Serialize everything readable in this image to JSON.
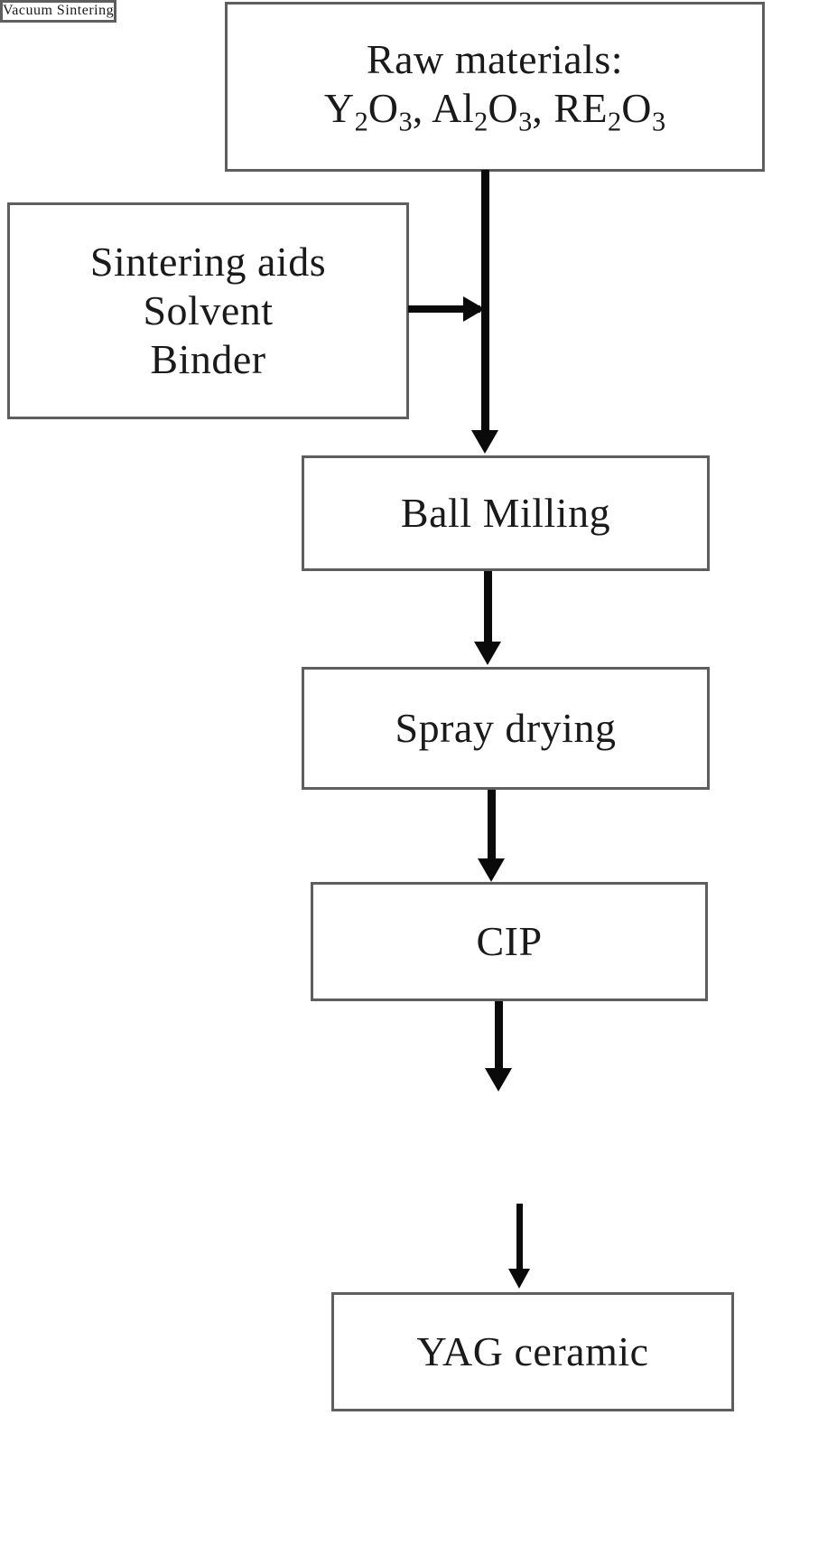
{
  "diagram": {
    "title": "YAG transparent ceramic fabrication process flowchart",
    "type": "flowchart",
    "orientation": "top-to-bottom",
    "colors": {
      "box_border": "#5e5e5e",
      "box_fill": "#ffffff",
      "arrow": "#0a0a0a",
      "text": "#1a1a1a",
      "background": "#ffffff"
    },
    "nodes": [
      {
        "id": "raw-materials",
        "lines": [
          "Raw materials:",
          "Y2O3, Al2O3, RE2O3"
        ],
        "line1": "Raw materials:",
        "formula": {
          "y_sym": "Y",
          "y_sub1": "2",
          "y_o": "O",
          "y_sub2": "3",
          "sep1": ", ",
          "al_sym": "Al",
          "al_sub1": "2",
          "al_o": "O",
          "al_sub2": "3",
          "sep2": ", ",
          "re_sym": "RE",
          "re_sub1": "2",
          "re_o": "O",
          "re_sub2": "3"
        }
      },
      {
        "id": "additives",
        "line1": "Sintering aids",
        "line2": "Solvent",
        "line3": "Binder"
      },
      {
        "id": "ball-milling",
        "label": "Ball Milling"
      },
      {
        "id": "spray-drying",
        "label": "Spray drying"
      },
      {
        "id": "cip",
        "label": "CIP"
      },
      {
        "id": "vacuum-sintering",
        "label": "Vacuum Sintering"
      },
      {
        "id": "yag-ceramic",
        "label": "YAG ceramic"
      }
    ],
    "edges": [
      {
        "id": "raw-to-ball-milling",
        "from": "raw-materials",
        "to": "ball-milling",
        "direction": "down"
      },
      {
        "id": "additives-to-trunk",
        "from": "additives",
        "to": "ball-milling",
        "direction": "right"
      },
      {
        "id": "milling-to-spray",
        "from": "ball-milling",
        "to": "spray-drying",
        "direction": "down"
      },
      {
        "id": "spray-to-cip",
        "from": "spray-drying",
        "to": "cip",
        "direction": "down"
      },
      {
        "id": "cip-to-vacuum",
        "from": "cip",
        "to": "vacuum-sintering",
        "direction": "down"
      },
      {
        "id": "vacuum-to-yag",
        "from": "vacuum-sintering",
        "to": "yag-ceramic",
        "direction": "down"
      }
    ]
  }
}
